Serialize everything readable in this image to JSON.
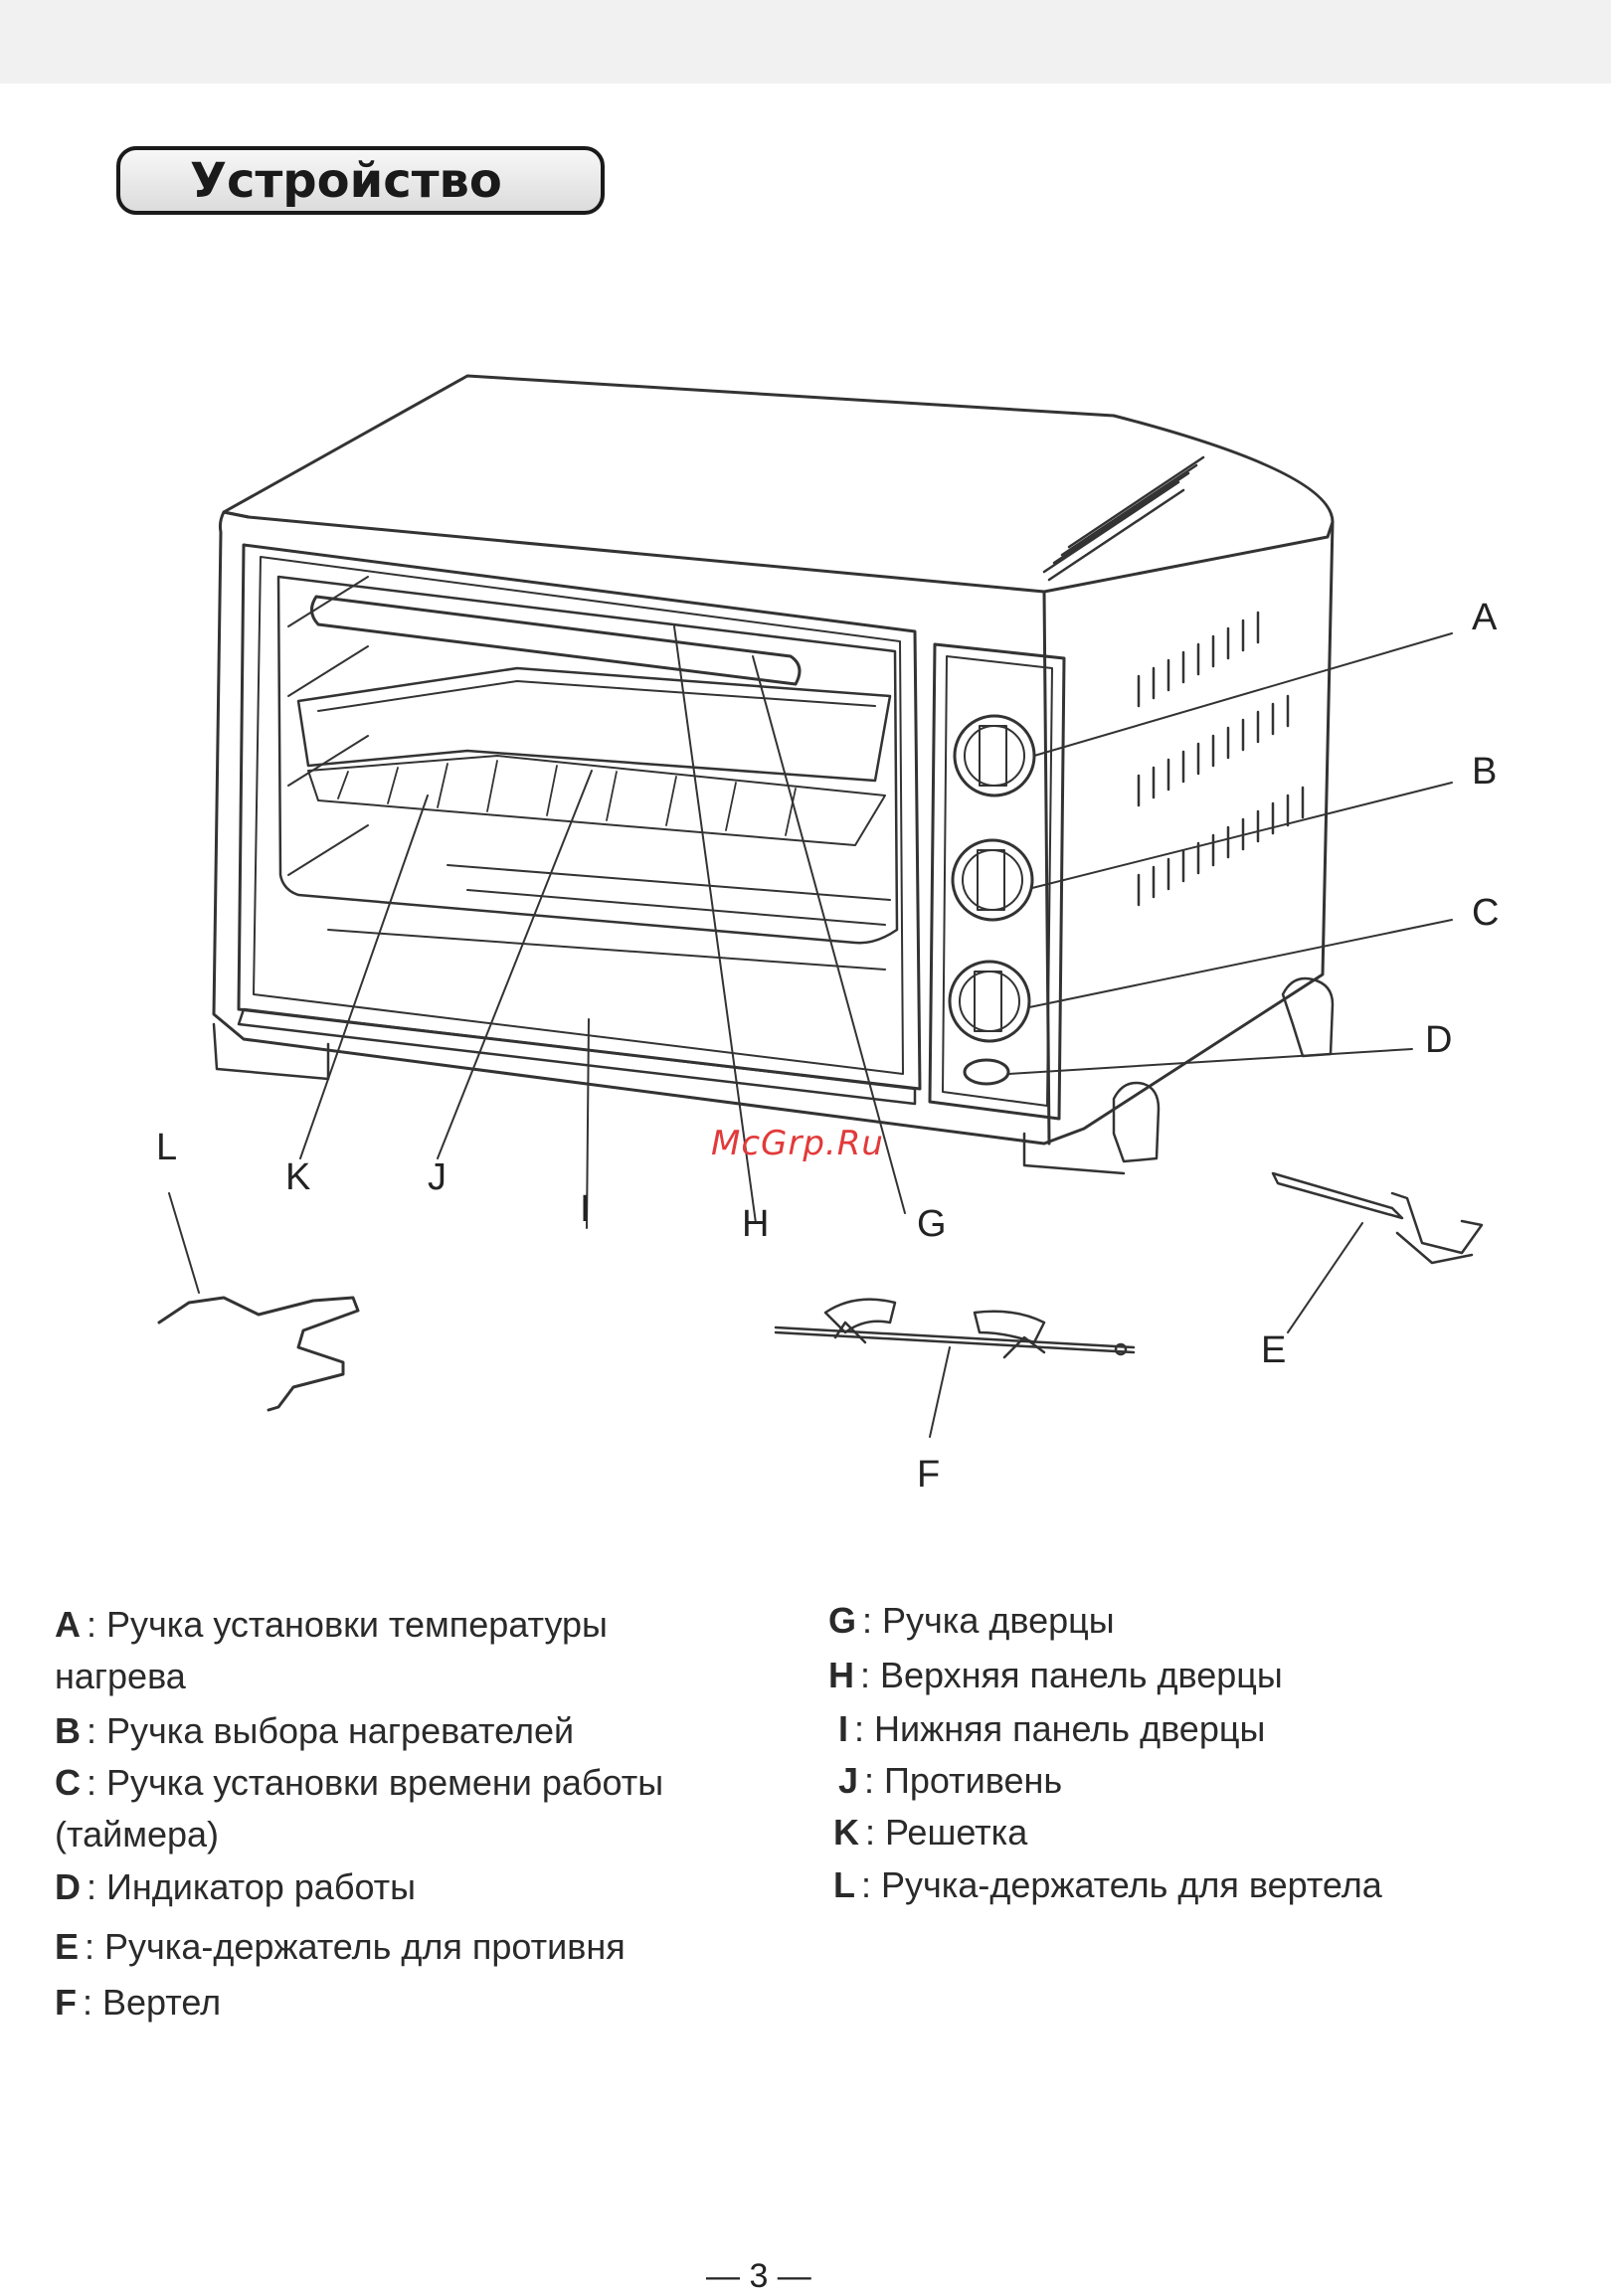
{
  "title": "Устройство",
  "watermark": "McGrp.Ru",
  "callouts": {
    "A": "A",
    "B": "B",
    "C": "C",
    "D": "D",
    "E": "E",
    "F": "F",
    "G": "G",
    "H": "H",
    "I": "I",
    "J": "J",
    "K": "K",
    "L": "L"
  },
  "legend_left": [
    {
      "key": "A",
      "text": ": Ручка установки температуры\n  нагрева"
    },
    {
      "key": "B",
      "text": ": Ручка выбора нагревателей"
    },
    {
      "key": "C",
      "text": ": Ручка установки времени работы\n(таймера)"
    },
    {
      "key": "D",
      "text": ": Индикатор работы"
    },
    {
      "key": "E",
      "text": ": Ручка-держатель для противня"
    },
    {
      "key": "F",
      "text": ": Вертел"
    }
  ],
  "legend_right": [
    {
      "key": "G",
      "text": ": Ручка дверцы"
    },
    {
      "key": "H",
      "text": ": Верхняя панель дверцы"
    },
    {
      "key": "I",
      "text": ": Нижняя панель дверцы"
    },
    {
      "key": "J",
      "text": ": Противень"
    },
    {
      "key": "K",
      "text": ": Решетка"
    },
    {
      "key": "L",
      "text": ": Ручка-держатель для вертела"
    }
  ],
  "page_number": "— 3 —"
}
